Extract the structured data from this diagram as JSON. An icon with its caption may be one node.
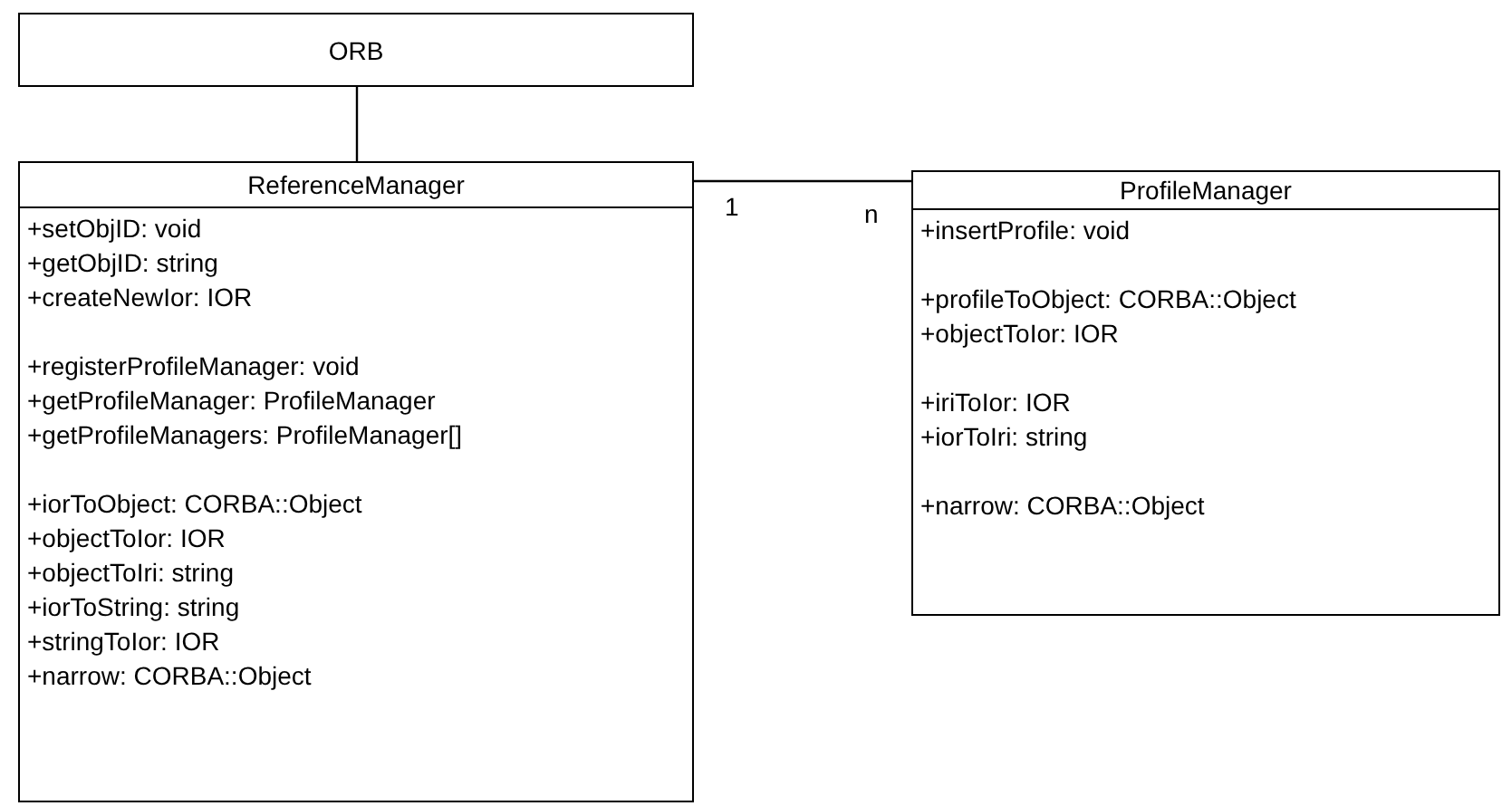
{
  "diagram": {
    "nodes": [
      {
        "text": [
          "ORB"
        ]
      },
      {
        "text": [
          "ReferenceManager",
          "+setObjID: void",
          "+getObjID: string",
          "+createNewIor: IOR",
          "+registerProfileManager: void",
          "+getProfileManager: ProfileManager",
          "+getProfileManagers: ProfileManager[]",
          "+iorToObject: CORBA::Object",
          "+objectToIor: IOR",
          "+objectToIri: string",
          "+iorToString: string",
          "+stringToIor: IOR",
          "+narrow: CORBA::Object"
        ]
      },
      {
        "text": [
          "ProfileManager",
          "+insertProfile: void",
          "+profileToObject: CORBA::Object",
          "+objectToIor: IOR",
          "+iriToIor: IOR",
          "+iorToIri: string",
          "+narrow: CORBA::Object"
        ]
      }
    ],
    "edges": [
      {
        "from": 0,
        "to": 1,
        "arrow": "none"
      },
      {
        "from": 1,
        "to": 2,
        "arrow": "none"
      }
    ],
    "labels": [
      "1",
      "n"
    ]
  }
}
